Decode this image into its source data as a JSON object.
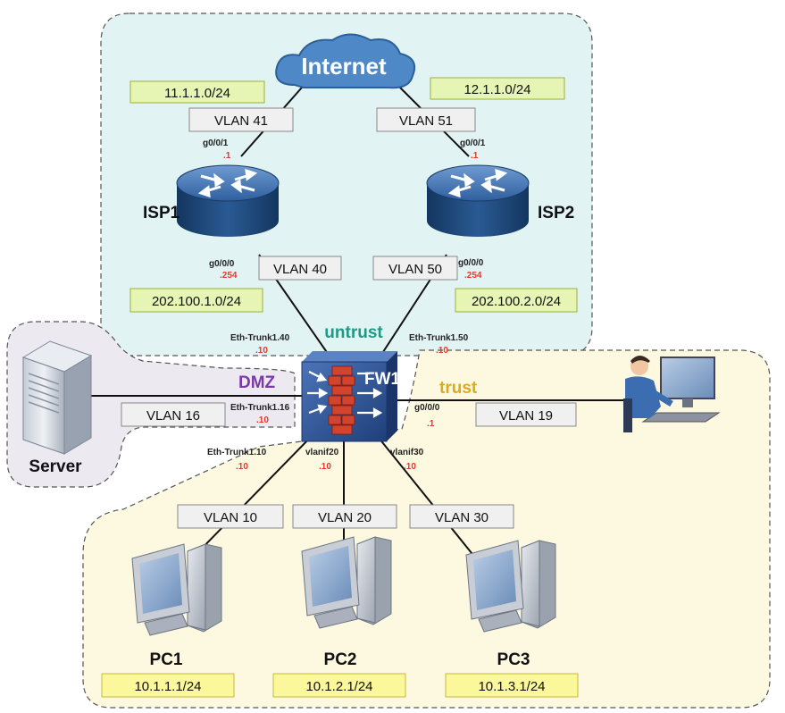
{
  "colors": {
    "untrust_zone": "#e1f3f3",
    "trust_zone": "#fdf9e1",
    "dmz_zone": "#ece9f1",
    "subnet_box": "#e6f4b4",
    "pc_box": "#fbf79b",
    "vlan_box": "#f0f0f0",
    "port_red": "#e8372b",
    "untrust_text": "#1e9a86",
    "trust_text": "#e0a81c",
    "dmz_text": "#7b3aa6",
    "router_blue": "#1f4f86",
    "firewall_blue": "#2e4d8a"
  },
  "zones": {
    "untrust": "untrust",
    "trust": "trust",
    "dmz": "DMZ"
  },
  "internet": {
    "label": "Internet"
  },
  "subnets": {
    "isp1_wan": "11.1.1.0/24",
    "isp2_wan": "12.1.1.0/24",
    "isp1_lan": "202.100.1.0/24",
    "isp2_lan": "202.100.2.0/24"
  },
  "vlans": {
    "v41": "VLAN 41",
    "v51": "VLAN 51",
    "v40": "VLAN 40",
    "v50": "VLAN 50",
    "v16": "VLAN 16",
    "v19": "VLAN 19",
    "v10": "VLAN 10",
    "v20": "VLAN 20",
    "v30": "VLAN 30"
  },
  "devices": {
    "isp1": "ISP1",
    "isp2": "ISP2",
    "fw": "FW1",
    "server": "Server",
    "pc1": "PC1",
    "pc2": "PC2",
    "pc3": "PC3"
  },
  "ports": {
    "isp1_g001": "g0/0/1",
    "isp1_g001_ip": ".1",
    "isp1_g000": "g0/0/0",
    "isp1_g000_ip": ".254",
    "isp2_g001": "g0/0/1",
    "isp2_g001_ip": ".1",
    "isp2_g000": "g0/0/0",
    "isp2_g000_ip": ".254",
    "fw_eth140": "Eth-Trunk1.40",
    "fw_eth140_ip": ".10",
    "fw_eth150": "Eth-Trunk1.50",
    "fw_eth150_ip": ".10",
    "fw_eth116": "Eth-Trunk1.16",
    "fw_eth116_ip": ".10",
    "fw_g000": "g0/0/0",
    "fw_g000_ip": ".1",
    "fw_eth110": "Eth-Trunk1.10",
    "fw_eth110_ip": ".10",
    "fw_vlanif20": "vlanif20",
    "fw_vlanif20_ip": ".10",
    "fw_vlanif30": "vlanif30",
    "fw_vlanif30_ip": ".10"
  },
  "pc_ips": {
    "pc1": "10.1.1.1/24",
    "pc2": "10.1.2.1/24",
    "pc3": "10.1.3.1/24"
  },
  "icons": {
    "cloud": "cloud-icon",
    "router": "router-icon",
    "firewall": "firewall-icon",
    "server": "server-icon",
    "pc": "desktop-pc-icon",
    "user": "user-workstation-icon"
  }
}
